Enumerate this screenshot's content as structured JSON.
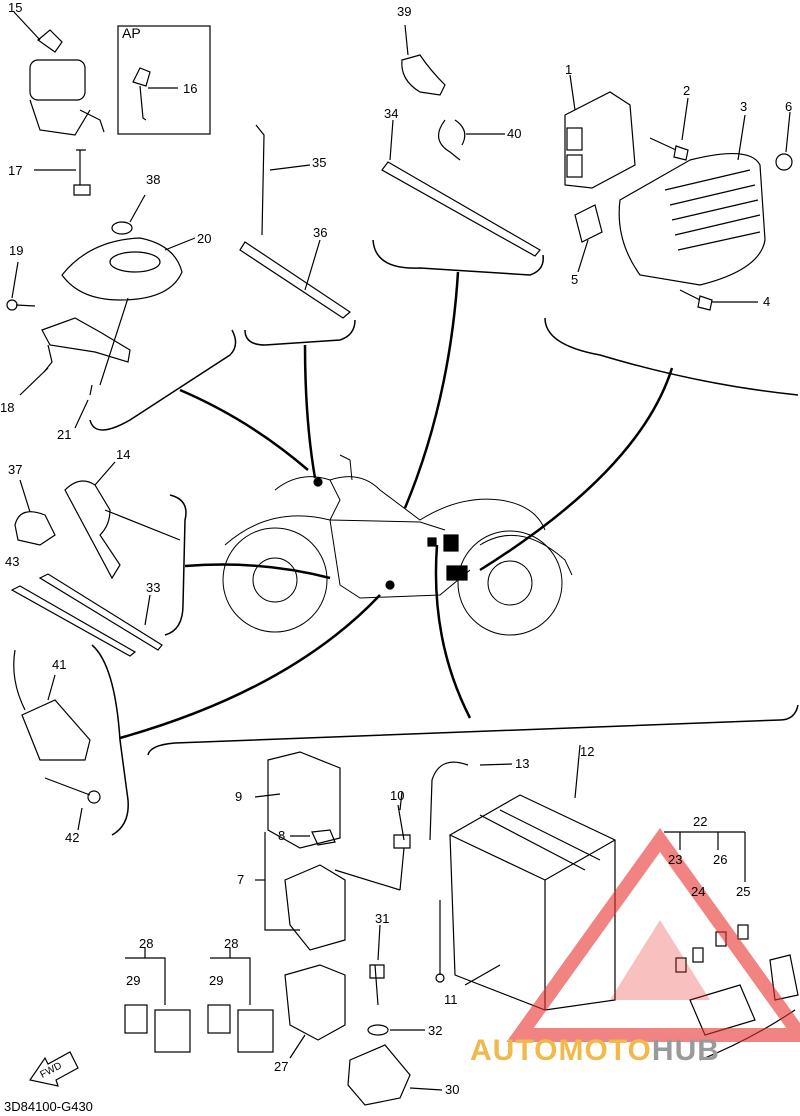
{
  "drawing_code": "3D84100-G430",
  "alt_part_box_label": "AP",
  "fwd_label": "FWD",
  "watermark": {
    "part1": "AUTOMOTO",
    "part2": "HUB",
    "color_main": "#f1b84a",
    "color_tail": "#9a9a9a",
    "logo_color": "#e8322f"
  },
  "callouts": [
    "1",
    "2",
    "3",
    "4",
    "5",
    "6",
    "7",
    "8",
    "9",
    "10",
    "11",
    "12",
    "13",
    "14",
    "15",
    "16",
    "17",
    "18",
    "19",
    "20",
    "21",
    "22",
    "23",
    "24",
    "25",
    "26",
    "27",
    "28",
    "28",
    "29",
    "29",
    "30",
    "31",
    "32",
    "33",
    "34",
    "35",
    "36",
    "37",
    "38",
    "39",
    "40",
    "41",
    "42",
    "43"
  ]
}
